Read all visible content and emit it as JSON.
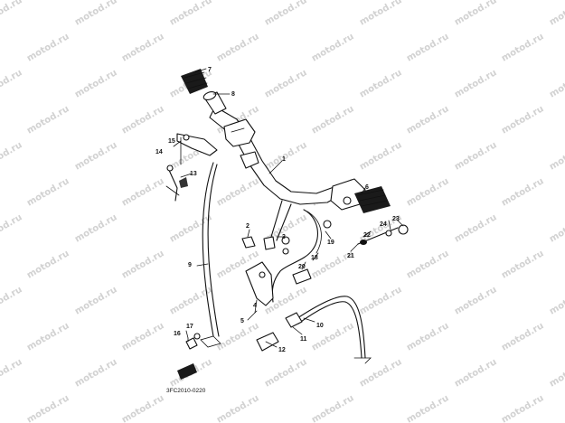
{
  "diagram": {
    "watermark": "motod.ru",
    "drawing_code": "3FC2010-0220",
    "callouts": [
      "1",
      "2",
      "3",
      "4",
      "5",
      "6",
      "7",
      "8",
      "9",
      "10",
      "11",
      "12",
      "13",
      "14",
      "15",
      "16",
      "17",
      "18",
      "19",
      "20",
      "21",
      "22",
      "23",
      "24"
    ]
  }
}
